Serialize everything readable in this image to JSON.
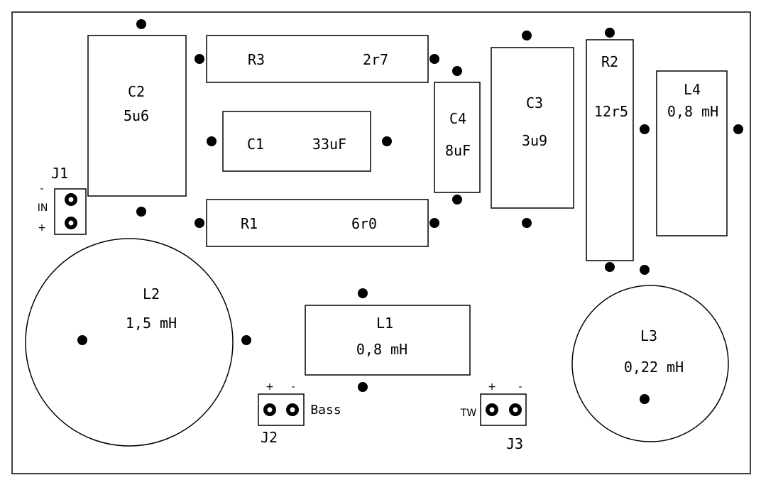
{
  "components": {
    "c2": {
      "ref": "C2",
      "value": "5u6"
    },
    "r3": {
      "ref": "R3",
      "value": "2r7"
    },
    "c1": {
      "ref": "C1",
      "value": "33uF"
    },
    "r1": {
      "ref": "R1",
      "value": "6r0"
    },
    "c4": {
      "ref": "C4",
      "value": "8uF"
    },
    "c3": {
      "ref": "C3",
      "value": "3u9"
    },
    "r2": {
      "ref": "R2",
      "value": "12r5"
    },
    "l4": {
      "ref": "L4",
      "value": "0,8 mH"
    },
    "l2": {
      "ref": "L2",
      "value": "1,5 mH"
    },
    "l1": {
      "ref": "L1",
      "value": "0,8 mH"
    },
    "l3": {
      "ref": "L3",
      "value": "0,22 mH"
    }
  },
  "connectors": {
    "j1": {
      "ref": "J1",
      "name": "IN",
      "minus": "-",
      "plus": "+"
    },
    "j2": {
      "ref": "J2",
      "name": "Bass",
      "plus": "+",
      "minus": "-"
    },
    "j3": {
      "ref": "J3",
      "name": "TW",
      "plus": "+",
      "minus": "-"
    }
  }
}
